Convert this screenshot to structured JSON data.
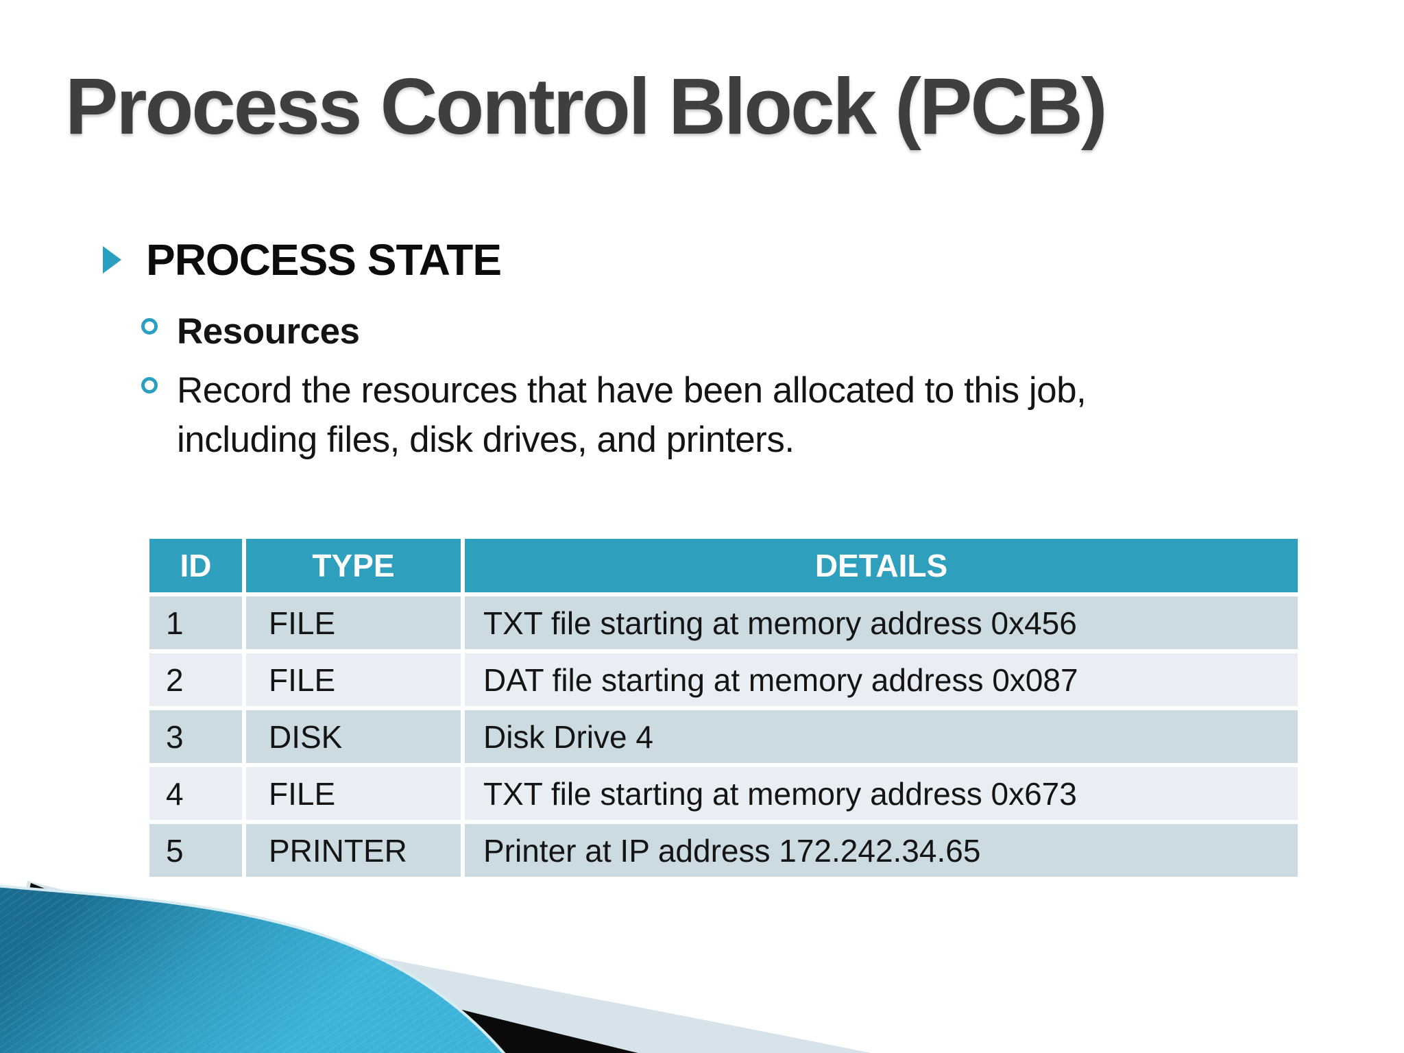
{
  "slide_title": "Process Control Block (PCB)",
  "content": {
    "main_bullet": "PROCESS STATE",
    "sub_bullet_1": "Resources",
    "sub_bullet_2": "Record the resources that have been allocated to this job, including files, disk drives, and printers."
  },
  "table": {
    "headers": [
      "ID",
      "TYPE",
      "DETAILS"
    ],
    "rows": [
      [
        "1",
        "FILE",
        "TXT file starting at memory address 0x456"
      ],
      [
        "2",
        "FILE",
        "DAT file starting at memory address 0x087"
      ],
      [
        "3",
        "DISK",
        "Disk Drive 4"
      ],
      [
        "4",
        "FILE",
        "TXT file starting at memory address 0x673"
      ],
      [
        "5",
        "PRINTER",
        "Printer at IP address 172.242.34.65"
      ]
    ]
  },
  "colors": {
    "accent_teal": "#2b9fc0",
    "table_header_bg": "#2f9fbe",
    "table_header_text": "#ffffff",
    "row_odd_bg": "#ccdae1",
    "row_even_bg": "#e9eef4",
    "title_text": "#3e3f41",
    "body_text": "#141414",
    "swoosh_teal_dark": "#1a6d8f",
    "swoosh_teal_bright": "#3db3da",
    "swoosh_black": "#0a0a0a",
    "swoosh_light": "#d7e3eb"
  }
}
